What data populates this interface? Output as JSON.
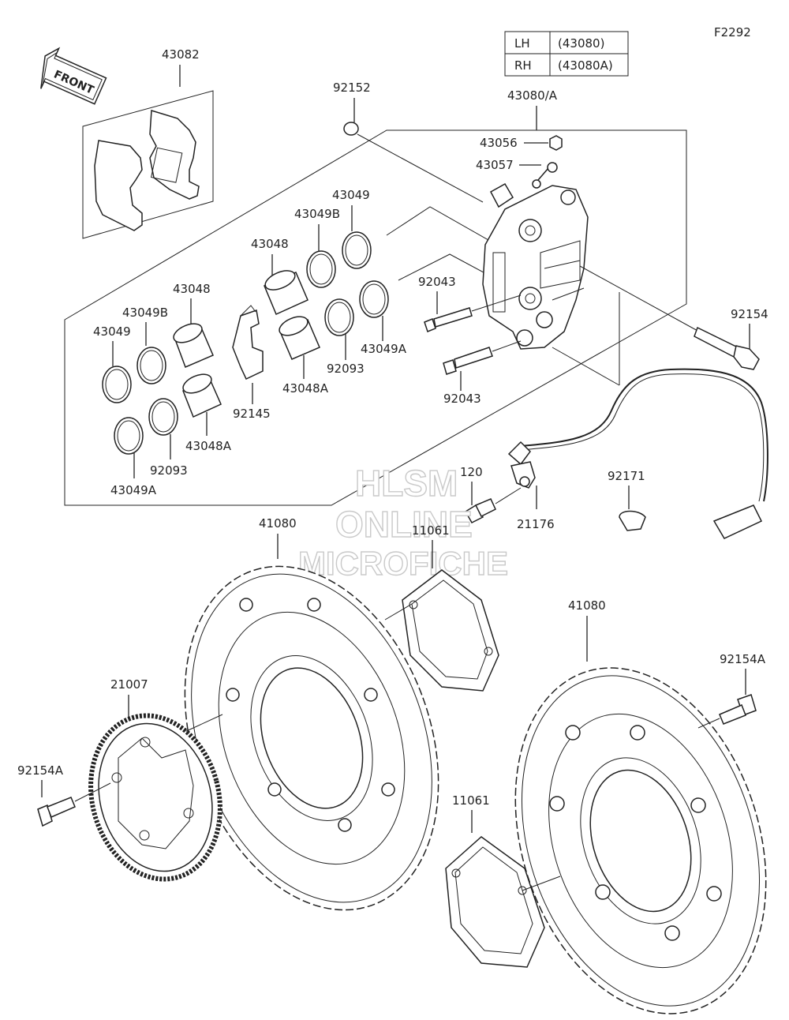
{
  "figure_code": "F2292",
  "front_arrow_label": "FRONT",
  "side_table": {
    "rows": [
      {
        "side": "LH",
        "part": "(43080)"
      },
      {
        "side": "RH",
        "part": "(43080A)"
      }
    ]
  },
  "watermark": {
    "line1": "HLSM",
    "line2": "ONLINE",
    "line3": "MICROFICHE"
  },
  "labels": {
    "pads": "43082",
    "caliper": "43080/A",
    "cap_92152": "92152",
    "bleeder_cap": "43056",
    "bleeder": "43057",
    "seal_43049_r": "43049",
    "seal_43049b_r": "43049B",
    "piston_43048_r": "43048",
    "piston_43048_l": "43048",
    "seal_43049b_l": "43049B",
    "seal_43049_l": "43049",
    "pin_92043_a": "92043",
    "pin_92043_b": "92043",
    "seal_43049a_r": "43049A",
    "seal_92093_r": "92093",
    "piston_43048a_r": "43048A",
    "spring_92145": "92145",
    "piston_43048a_l": "43048A",
    "seal_92093_l": "92093",
    "seal_43049a_l": "43049A",
    "bolt_92154": "92154",
    "bolt_120": "120",
    "bracket_21176": "21176",
    "clamp_92171": "92171",
    "disc_left": "41080",
    "shim_left": "11061",
    "disc_right": "41080",
    "rotor_21007": "21007",
    "bolt_92154a_l": "92154A",
    "bolt_92154a_r": "92154A",
    "shim_right": "11061"
  }
}
